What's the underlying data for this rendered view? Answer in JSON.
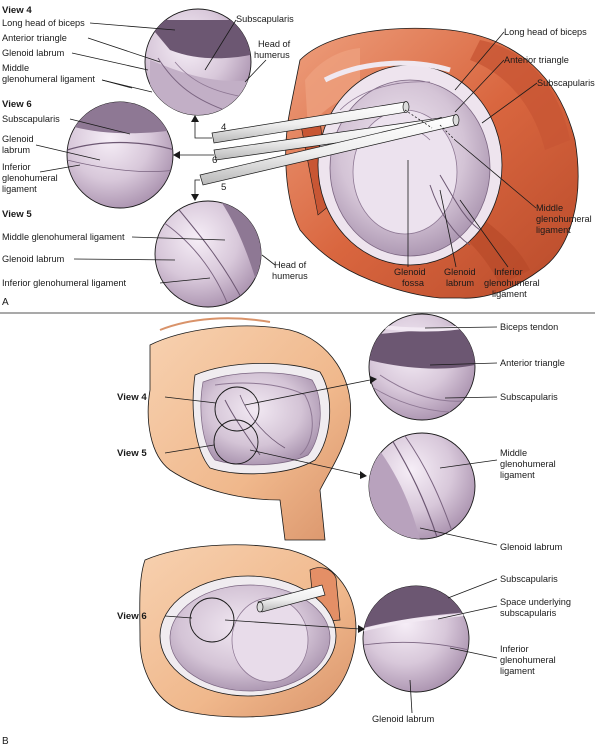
{
  "panels": {
    "a": "A",
    "b": "B"
  },
  "labels": {
    "view4": "View 4",
    "view6": "View 6",
    "view5": "View 5",
    "a_long_head_biceps_left": "Long head of biceps",
    "a_anterior_triangle_left": "Anterior triangle",
    "a_glenoid_labrum_left": "Glenoid labrum",
    "a_middle_gh_left_1": "Middle",
    "a_middle_gh_left_2": "glenohumeral ligament",
    "a_subscapularis_top": "Subscapularis",
    "a_head_humerus_top_1": "Head of",
    "a_head_humerus_top_2": "humerus",
    "a_v6_subscapularis": "Subscapularis",
    "a_v6_glenoid_1": "Glenoid",
    "a_v6_glenoid_2": "labrum",
    "a_v6_inferior_1": "Inferior",
    "a_v6_inferior_2": "glenohumeral",
    "a_v6_inferior_3": "ligament",
    "a_v5_middle_gh": "Middle glenohumeral ligament",
    "a_v5_glenoid_labrum": "Glenoid labrum",
    "a_v5_inferior_gh": "Inferior glenohumeral ligament",
    "a_v5_head_humerus_1": "Head of",
    "a_v5_head_humerus_2": "humerus",
    "a_right_long_head_biceps": "Long head of biceps",
    "a_right_anterior_triangle": "Anterior triangle",
    "a_right_subscapularis": "Subscapularis",
    "a_right_middle_1": "Middle",
    "a_right_middle_2": "glenohumeral",
    "a_right_middle_3": "ligament",
    "a_glenoid_fossa_1": "Glenoid",
    "a_glenoid_fossa_2": "fossa",
    "a_glenoid_labrum_1": "Glenoid",
    "a_glenoid_labrum_2": "labrum",
    "a_inferior_1": "Inferior",
    "a_inferior_2": "glenohumeral",
    "a_inferior_3": "ligament",
    "num_4": "4",
    "num_6": "6",
    "num_5": "5",
    "b_view4": "View 4",
    "b_view5": "View 5",
    "b_view6": "View 6",
    "b_biceps_tendon": "Biceps tendon",
    "b_anterior_triangle": "Anterior triangle",
    "b_subscapularis": "Subscapularis",
    "b_middle_1": "Middle",
    "b_middle_2": "glenohumeral",
    "b_middle_3": "ligament",
    "b_glenoid_labrum": "Glenoid labrum",
    "b_subscapularis_2": "Subscapularis",
    "b_space_1": "Space underlying",
    "b_space_2": "subscapularis",
    "b_inferior_1": "Inferior",
    "b_inferior_2": "glenohumeral",
    "b_inferior_3": "ligament",
    "b_glenoid_labrum_2": "Glenoid labrum"
  },
  "colors": {
    "muscle": "#d9663f",
    "muscle_dark": "#b84a2a",
    "muscle_light": "#eea07e",
    "cartilage": "#e6dbe6",
    "joint": "#d4c4d6",
    "joint_dark": "#8e7894",
    "joint_deep": "#6c5772",
    "skin": "#f0b88c",
    "skin_dark": "#d9936a",
    "rod": "#f4f4f4",
    "line": "#1a1a1a"
  },
  "icons": [
    "arthroscope-rod-icon",
    "magnified-view-circle-icon"
  ]
}
